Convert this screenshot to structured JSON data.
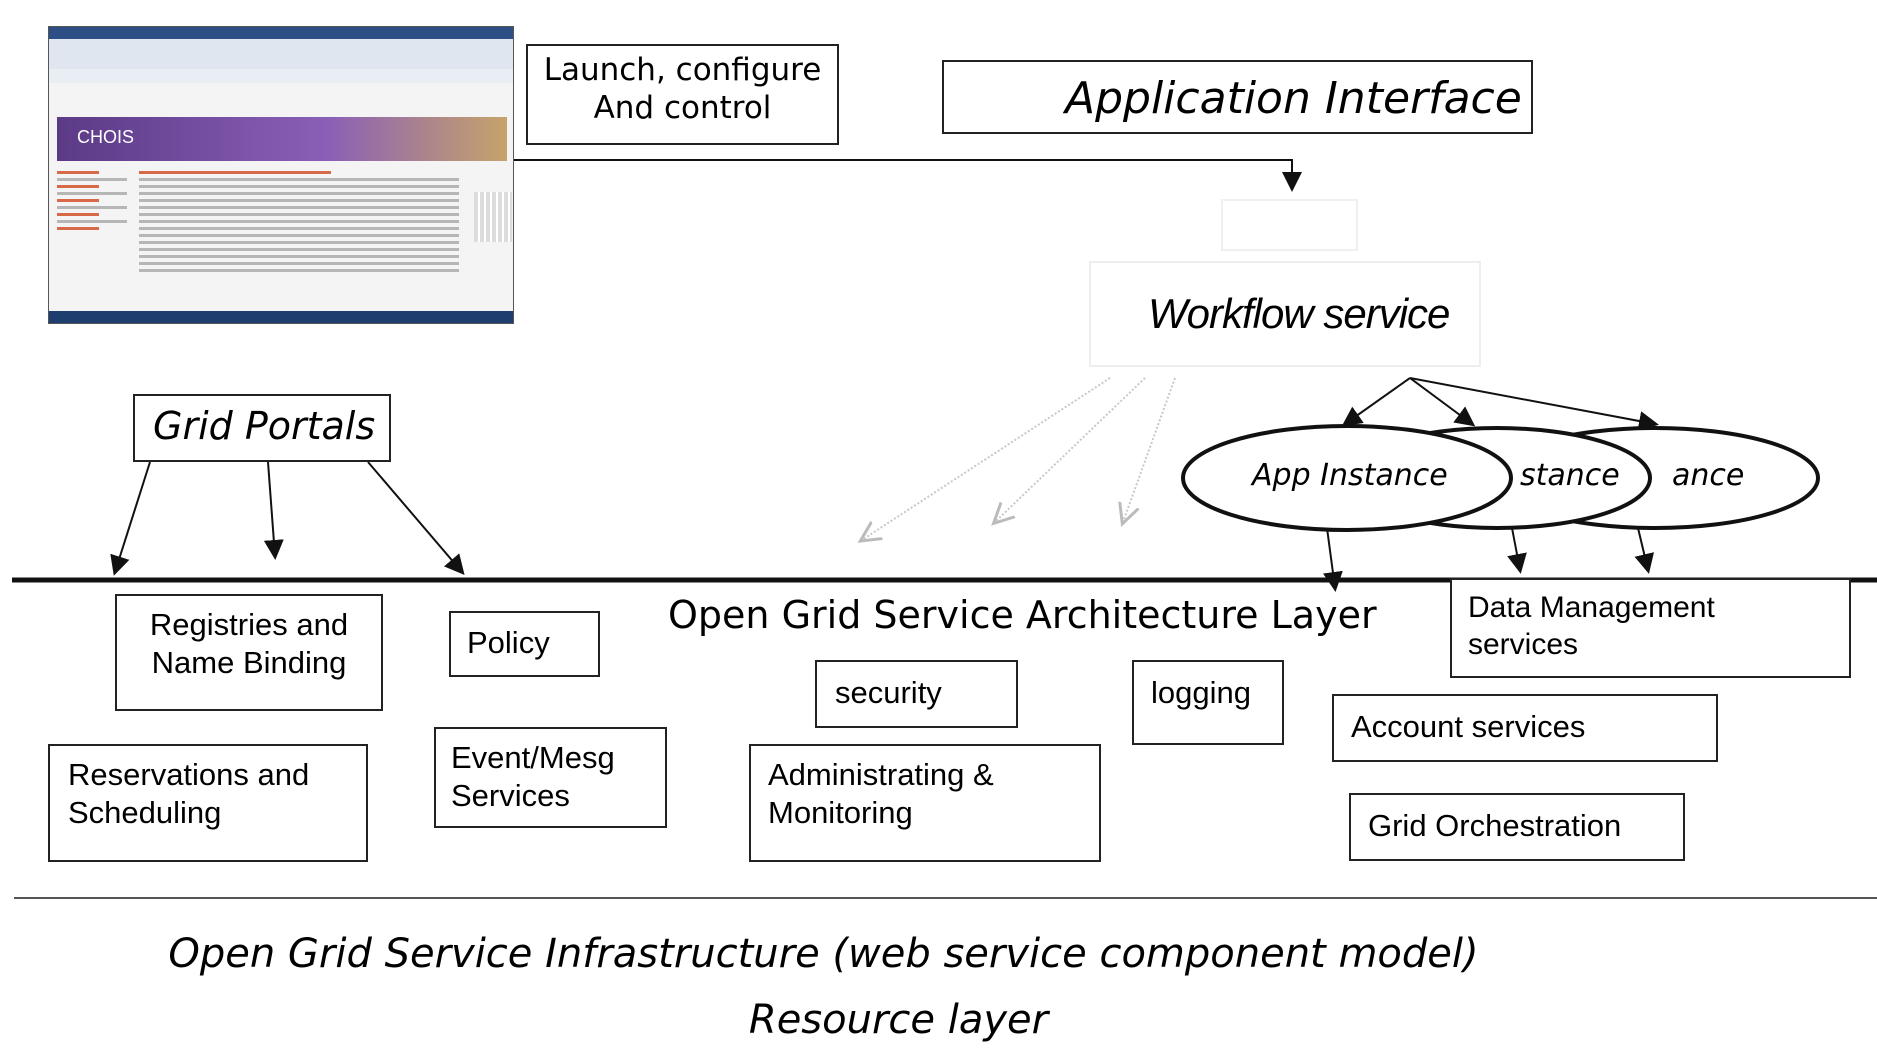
{
  "thumbnail": {
    "site_title": "CHOIS"
  },
  "labels": {
    "launch": "Launch, configure\nAnd control",
    "app_interface": "Application Interface",
    "workflow": "Workflow service",
    "grid_portals": "Grid Portals",
    "app_instance_front": "App  Instance",
    "app_instance_mid": "stance",
    "app_instance_back": "ance",
    "ogsa_layer": "Open Grid Service Architecture Layer",
    "data_mgmt": "Data Management\nservices",
    "registries": "Registries and\nName Binding",
    "policy": "Policy",
    "security": "security",
    "logging": "logging",
    "account": "Account services",
    "reservations": "Reservations and\nScheduling",
    "event": "Event/Mesg\nServices",
    "admin": "Administrating &\nMonitoring",
    "orchestration": "Grid Orchestration",
    "ogsi": "Open Grid Service Infrastructure (web service component model)",
    "resource": "Resource layer"
  }
}
